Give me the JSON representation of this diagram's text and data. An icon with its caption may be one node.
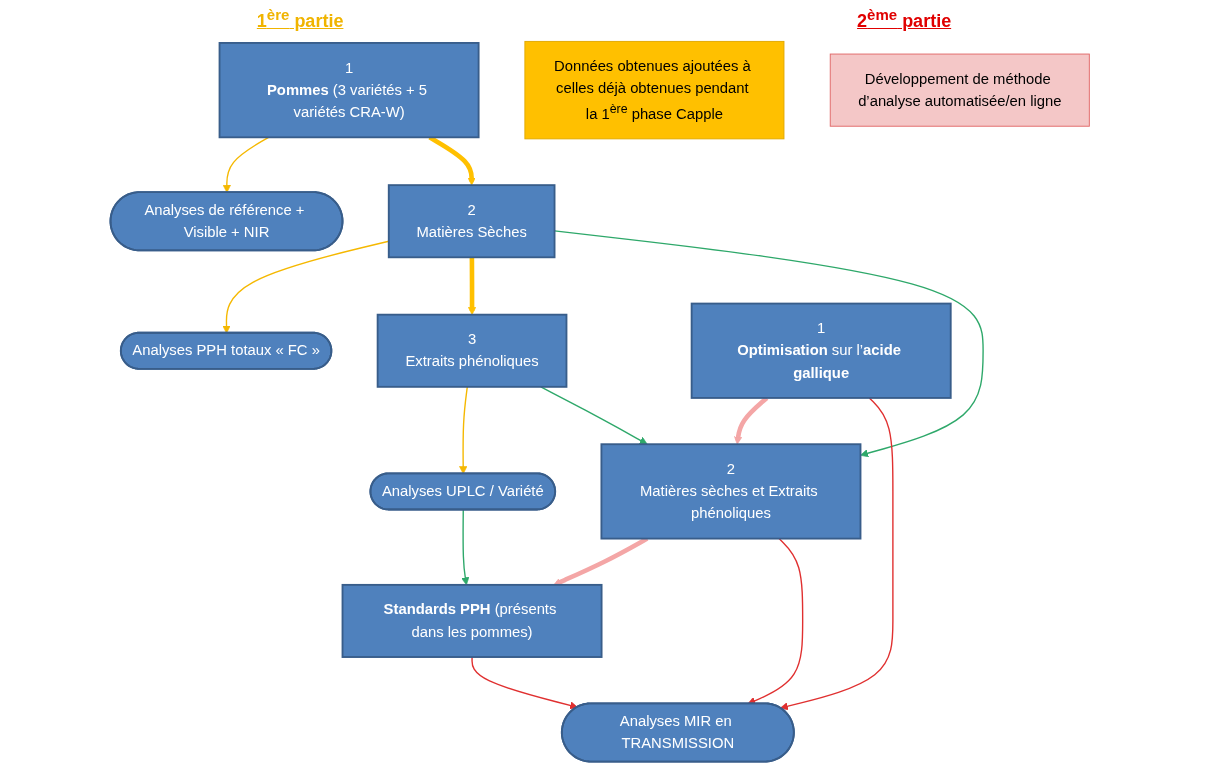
{
  "diagram": {
    "nodes": [
      {
        "text": [
          "1",
          "**Pommes** (3 variétés + 5 variétés CRA-W)"
        ]
      },
      {
        "text": [
          "Analyses de référence + Visible + NIR"
        ]
      },
      {
        "text": [
          "2",
          "Matières Sèches"
        ]
      },
      {
        "text": [
          "Analyses PPH totaux « FC »"
        ]
      },
      {
        "text": [
          "3",
          "Extraits phénoliques"
        ]
      },
      {
        "text": [
          "Analyses UPLC / Variété"
        ]
      },
      {
        "text": [
          "Données obtenues ajoutées à celles déjà obtenues pendant la 1$^{ère}$ phase Capple"
        ]
      },
      {
        "text": [
          "Développement de méthode d’analyse automatisée/en ligne"
        ]
      },
      {
        "text": [
          "1",
          "**Optimisation** sur l’**acide gallique**"
        ]
      },
      {
        "text": [
          "2",
          "Matières sèches et Extraits phénoliques"
        ]
      },
      {
        "text": [
          "**Standards PPH** (présents dans les pommes)"
        ]
      },
      {
        "text": [
          "Analyses MIR en TRANSMISSION"
        ]
      }
    ],
    "edges": [
      {
        "from": 0,
        "to": 1,
        "arrow": "to",
        "color": "#f5b800"
      },
      {
        "from": 0,
        "to": 2,
        "arrow": "to",
        "style": "thick",
        "color": "#ffc000"
      },
      {
        "from": 2,
        "to": 3,
        "arrow": "to",
        "color": "#f5b800"
      },
      {
        "from": 2,
        "to": 4,
        "arrow": "to",
        "style": "thick",
        "color": "#ffc000"
      },
      {
        "from": 4,
        "to": 5,
        "arrow": "to",
        "color": "#f5b800"
      },
      {
        "from": 2,
        "to": 9,
        "arrow": "to",
        "color": "#2ea86a"
      },
      {
        "from": 4,
        "to": 9,
        "arrow": "to",
        "color": "#2ea86a"
      },
      {
        "from": 5,
        "to": 10,
        "arrow": "to",
        "color": "#2ea86a"
      },
      {
        "from": 8,
        "to": 9,
        "arrow": "to",
        "style": "thick",
        "color": "#f4a6a6"
      },
      {
        "from": 9,
        "to": 10,
        "arrow": "to",
        "style": "thick",
        "color": "#f4a6a6"
      },
      {
        "from": 8,
        "to": 11,
        "arrow": "to",
        "color": "#e03030"
      },
      {
        "from": 9,
        "to": 11,
        "arrow": "to",
        "color": "#e03030"
      },
      {
        "from": 10,
        "to": 11,
        "arrow": "to",
        "color": "#e03030"
      }
    ],
    "labels": [
      "1$^{ère}$ partie",
      "2$^{ème}$ partie"
    ]
  }
}
